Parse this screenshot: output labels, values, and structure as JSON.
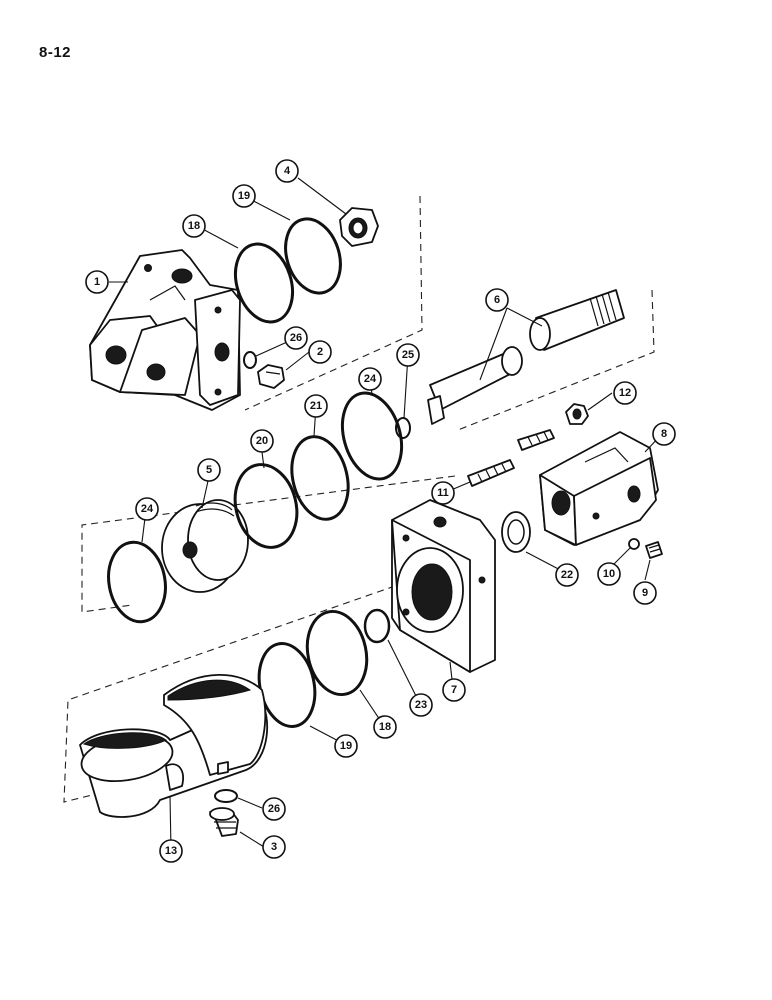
{
  "page_number": "8-12",
  "callouts": [
    {
      "id": "c1",
      "label": "1"
    },
    {
      "id": "c2",
      "label": "2"
    },
    {
      "id": "c3",
      "label": "3"
    },
    {
      "id": "c4",
      "label": "4"
    },
    {
      "id": "c5",
      "label": "5"
    },
    {
      "id": "c6",
      "label": "6"
    },
    {
      "id": "c7",
      "label": "7"
    },
    {
      "id": "c8",
      "label": "8"
    },
    {
      "id": "c9",
      "label": "9"
    },
    {
      "id": "c10",
      "label": "10"
    },
    {
      "id": "c11",
      "label": "11"
    },
    {
      "id": "c12",
      "label": "12"
    },
    {
      "id": "c13",
      "label": "13"
    },
    {
      "id": "c18a",
      "label": "18"
    },
    {
      "id": "c18b",
      "label": "18"
    },
    {
      "id": "c19a",
      "label": "19"
    },
    {
      "id": "c19b",
      "label": "19"
    },
    {
      "id": "c20",
      "label": "20"
    },
    {
      "id": "c21",
      "label": "21"
    },
    {
      "id": "c22",
      "label": "22"
    },
    {
      "id": "c23",
      "label": "23"
    },
    {
      "id": "c24a",
      "label": "24"
    },
    {
      "id": "c24b",
      "label": "24"
    },
    {
      "id": "c25",
      "label": "25"
    },
    {
      "id": "c26a",
      "label": "26"
    },
    {
      "id": "c26b",
      "label": "26"
    }
  ]
}
